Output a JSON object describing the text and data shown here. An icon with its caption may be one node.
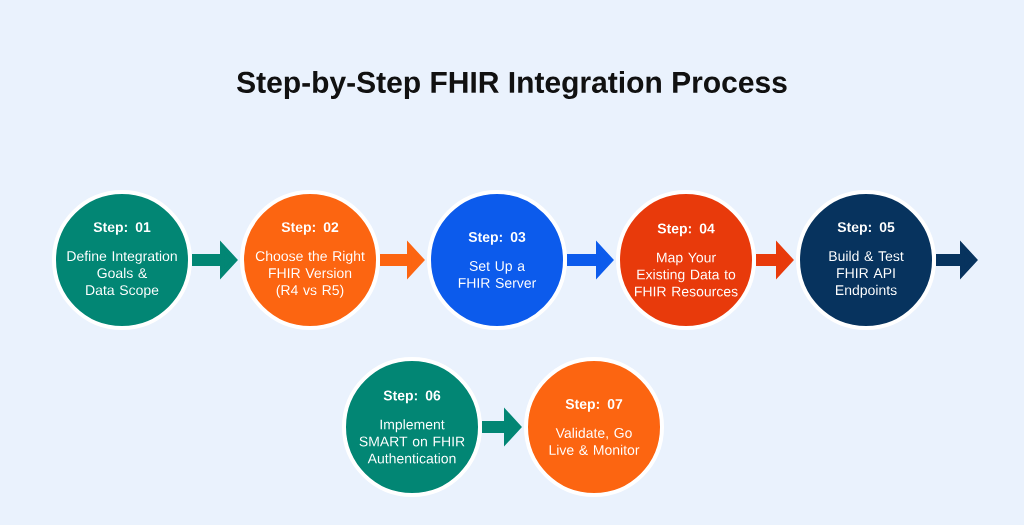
{
  "diagram": {
    "title": "Step-by-Step FHIR Integration Process",
    "nodes": [
      {
        "text": [
          "Step: 01",
          "Define Integration Goals & Data Scope"
        ]
      },
      {
        "text": [
          "Step: 02",
          "Choose the Right FHIR Version (R4 vs R5)"
        ]
      },
      {
        "text": [
          "Step: 03",
          "Set Up a FHIR Server"
        ]
      },
      {
        "text": [
          "Step: 04",
          "Map Your Existing Data to FHIR Resources"
        ]
      },
      {
        "text": [
          "Step: 05",
          "Build & Test FHIR API Endpoints"
        ]
      },
      {
        "text": [
          "Step: 06",
          "Implement SMART on FHIR Authentication"
        ]
      },
      {
        "text": [
          "Step: 07",
          "Validate, Go Live & Monitor"
        ]
      }
    ],
    "edges": [
      {
        "from": 0,
        "to": 1,
        "arrow": "to",
        "color": "#028674"
      },
      {
        "from": 1,
        "to": 2,
        "arrow": "to",
        "color": "#fc6511"
      },
      {
        "from": 2,
        "to": 3,
        "arrow": "to",
        "color": "#0c5bec"
      },
      {
        "from": 3,
        "to": 4,
        "arrow": "to",
        "color": "#e83a0b"
      },
      {
        "from": 4,
        "to": null,
        "arrow": "to",
        "color": "#07335e"
      },
      {
        "from": 5,
        "to": 6,
        "arrow": "to",
        "color": "#028674"
      }
    ]
  }
}
